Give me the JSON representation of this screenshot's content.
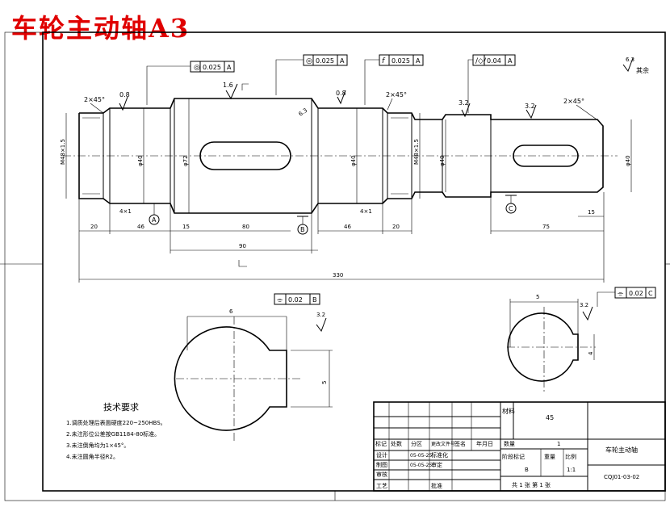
{
  "title": "车轮主动轴A3",
  "tolerances": {
    "circ_runout_a": "0.025",
    "circ_runout_b": "0.025",
    "runout_a": "0.025",
    "cyl_a": "0.04",
    "sym_a": "0.02",
    "sym_c": "0.02"
  },
  "datums": {
    "a": "A",
    "b": "B",
    "c": "C"
  },
  "roughness": {
    "r1": "0.8",
    "r2": "1.6",
    "r3": "0.8",
    "r4": "3.2",
    "r5": "3.2",
    "r6": "6.3",
    "r7": "3.2",
    "r8": "3.2",
    "corner": "6.3",
    "corner_note": "其余"
  },
  "chamfers": {
    "c1": "2×45°",
    "c2": "2×45°",
    "c3": "2×45°"
  },
  "dimensions": {
    "d1": "20",
    "d2": "46",
    "d3": "15",
    "d4": "80",
    "d5": "46",
    "d6": "20",
    "d7": "75",
    "d8": "15",
    "d9": "90",
    "total": "330",
    "groove1": "4×1",
    "groove2": "4×1"
  },
  "sections": {
    "left_width": "6",
    "left_depth": "5",
    "right_width": "5",
    "right_depth": "4"
  },
  "tech_requirements": {
    "heading": "技术要求",
    "items": [
      "1.调质处理后表面硬度220~250HBS。",
      "2.未注形位公差按GB1184-80标准。",
      "3.未注倒角均为1×45°。",
      "4.未注圆角半径R2。"
    ]
  },
  "title_block": {
    "material_label": "材料",
    "material": "45",
    "rev_headers": [
      "标记",
      "处数",
      "分区",
      "更改文件号",
      "签名",
      "年月日"
    ],
    "design": "设计",
    "draw": "制图",
    "review": "审核",
    "process": "工艺",
    "date1": "05-05-25",
    "date2": "05-05-25",
    "standardize": "标准化",
    "audit": "审定",
    "approve": "批准",
    "qty_label": "数量",
    "qty": "1",
    "stage_label": "阶段标记",
    "weight_label": "重量",
    "scale_label": "比例",
    "stage": "B",
    "scale": "1:1",
    "sheets": "共 1 张 第 1 张",
    "part_name": "车轮主动轴",
    "drawing_no": "CQJ01-03-02"
  }
}
